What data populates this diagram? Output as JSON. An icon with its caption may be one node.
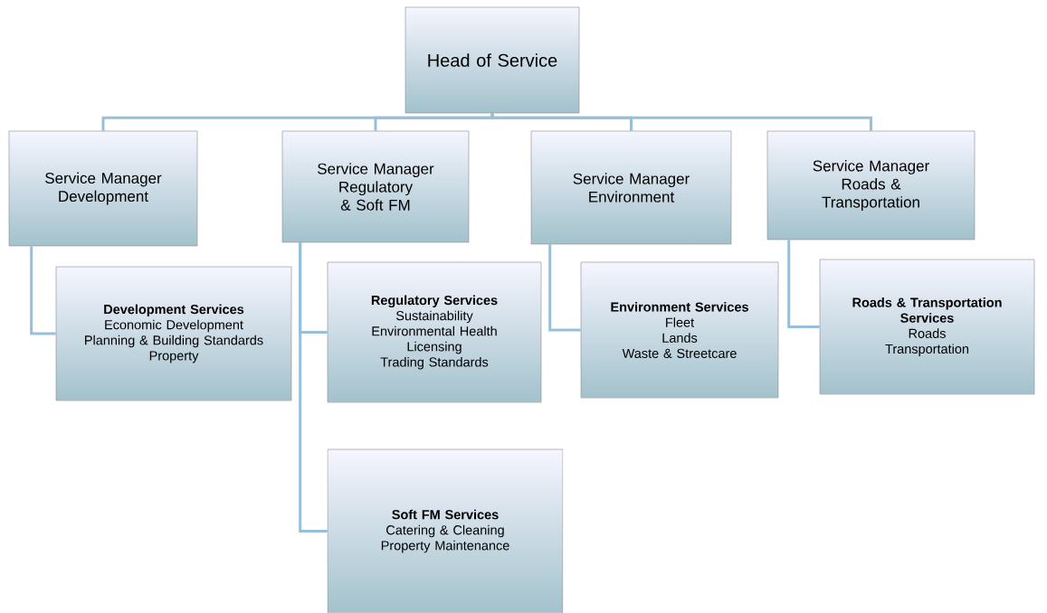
{
  "diagram": {
    "nodes": [
      {
        "text": [
          "Head of Service"
        ]
      },
      {
        "text": [
          "Service Manager Development"
        ]
      },
      {
        "text": [
          "Service Manager Regulatory & Soft FM"
        ]
      },
      {
        "text": [
          "Service Manager Environment"
        ]
      },
      {
        "text": [
          "Service Manager Roads & Transportation"
        ]
      },
      {
        "text": [
          "Development Services",
          "Economic Development",
          "Planning & Building Standards",
          "Property"
        ]
      },
      {
        "text": [
          "Regulatory Services",
          "Sustainability",
          "Environmental Health",
          "Licensing",
          "Trading Standards"
        ]
      },
      {
        "text": [
          "Environment Services",
          "Fleet",
          "Lands",
          "Waste & Streetcare"
        ]
      },
      {
        "text": [
          "Roads & Transportation Services",
          "Roads",
          "Transportation"
        ]
      },
      {
        "text": [
          "Soft FM Services",
          "Catering & Cleaning",
          "Property Maintenance"
        ]
      }
    ],
    "edges": [
      {
        "from": 0,
        "to": 1,
        "arrow": "none"
      },
      {
        "from": 0,
        "to": 2,
        "arrow": "none"
      },
      {
        "from": 0,
        "to": 3,
        "arrow": "none"
      },
      {
        "from": 0,
        "to": 4,
        "arrow": "none"
      },
      {
        "from": 1,
        "to": 5,
        "arrow": "none"
      },
      {
        "from": 2,
        "to": 6,
        "arrow": "none"
      },
      {
        "from": 2,
        "to": 9,
        "arrow": "none"
      },
      {
        "from": 3,
        "to": 7,
        "arrow": "none"
      },
      {
        "from": 4,
        "to": 8,
        "arrow": "none"
      }
    ]
  }
}
